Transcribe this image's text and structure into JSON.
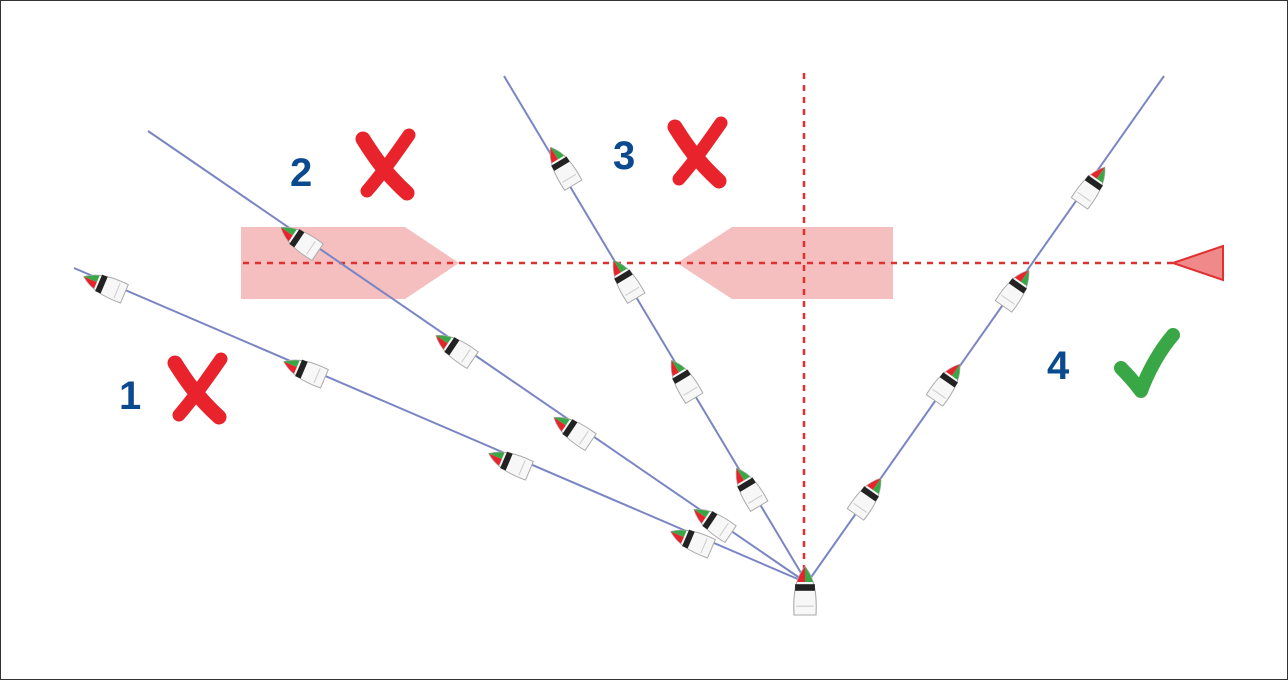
{
  "colors": {
    "track_line": "#7a85c4",
    "vessel_band": "#f4b8b8",
    "dashed_line": "#e03030",
    "label_blue": "#0c4a90",
    "cross_red": "#e8232c",
    "check_green": "#3aa746"
  },
  "labels": {
    "route_1": "1",
    "route_2": "2",
    "route_3": "3",
    "route_4": "4"
  },
  "marks": {
    "route_1": "cross",
    "route_2": "cross",
    "route_3": "cross",
    "route_4": "check"
  }
}
